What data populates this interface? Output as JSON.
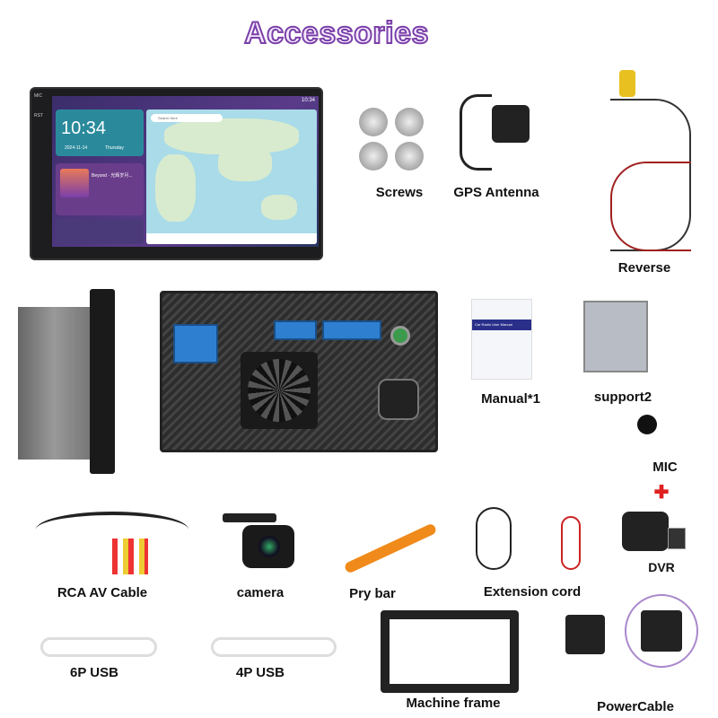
{
  "title": "Accessories",
  "head_unit": {
    "status_time": "10:34",
    "clock": "10:34",
    "date": "2024-11-14",
    "weekday": "Thursday",
    "song": "Beyond · 光辉岁月...",
    "side_labels": [
      "MIC",
      "RST"
    ],
    "map_search": "Search here"
  },
  "manual_cover": "Car Radio User Manual",
  "labels": {
    "screws": "Screws",
    "gps": "GPS Antenna",
    "reverse": "Reverse",
    "manual": "Manual*1",
    "support": "support2",
    "mic": "MIC",
    "plus": "✚",
    "dvr": "DVR",
    "rca": "RCA AV Cable",
    "camera": "camera",
    "pry": "Pry bar",
    "extension": "Extension cord",
    "usb6": "6P USB",
    "usb4": "4P USB",
    "frame": "Machine frame",
    "power": "PowerCable"
  },
  "colors": {
    "title_outline": "#7a3fa8",
    "plus": "#e02020",
    "connector": "#2f7fd0"
  }
}
